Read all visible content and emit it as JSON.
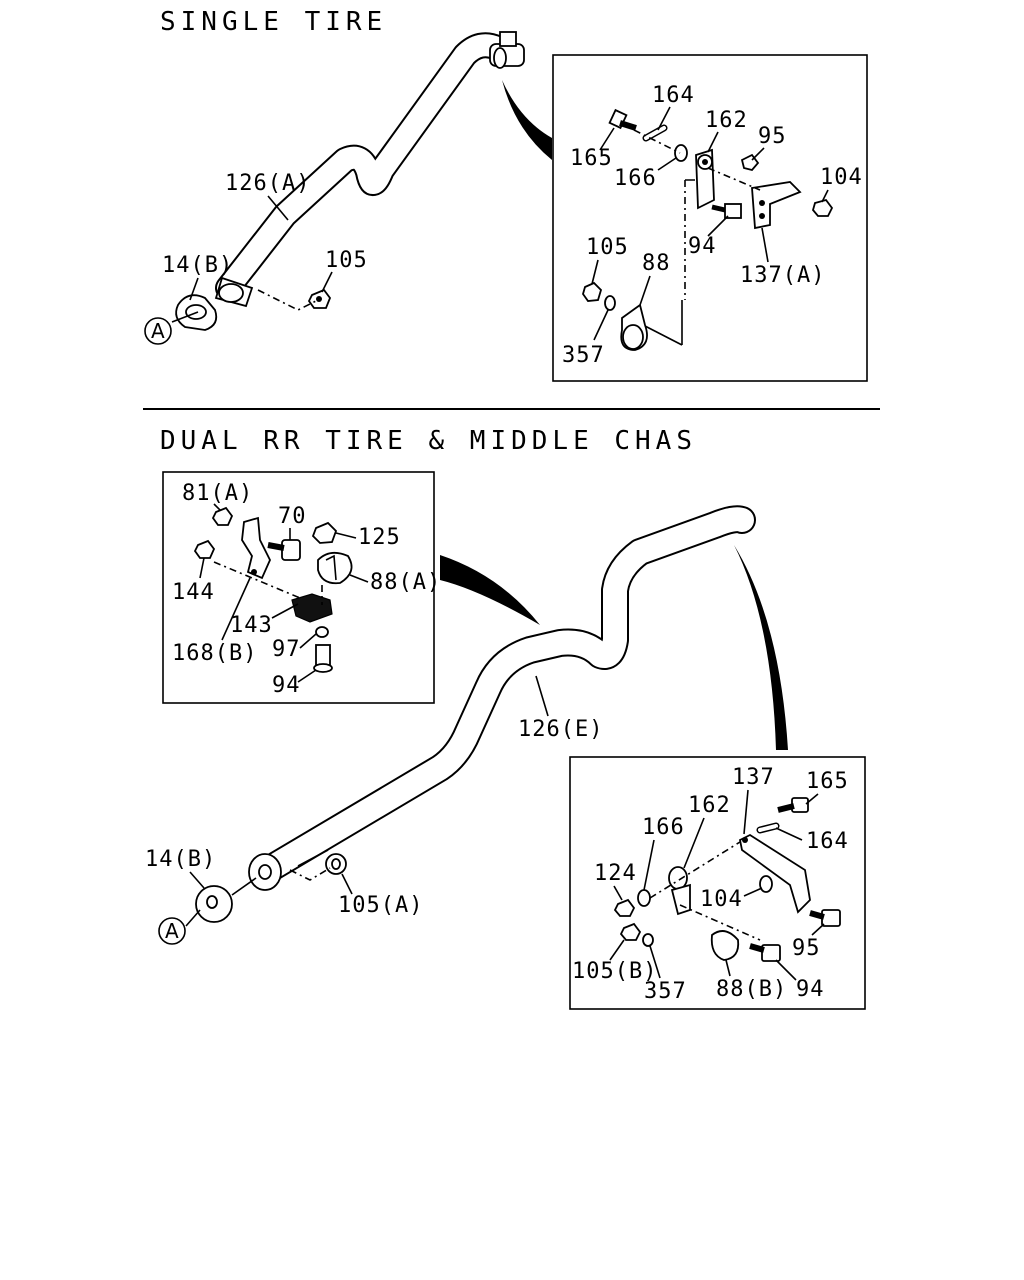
{
  "sections": {
    "single": {
      "title": "SINGLE TIRE"
    },
    "dual": {
      "title": "DUAL RR TIRE & MIDDLE CHAS"
    }
  },
  "callout": "A",
  "labels": {
    "s_126a": "126(A)",
    "s_14b": "14(B)",
    "s_105": "105",
    "s_164": "164",
    "s_162": "162",
    "s_95": "95",
    "s_165": "165",
    "s_166": "166",
    "s_104": "104",
    "s_94": "94",
    "s_105i": "105",
    "s_88": "88",
    "s_137a": "137(A)",
    "s_357": "357",
    "d_81a": "81(A)",
    "d_70": "70",
    "d_125": "125",
    "d_144": "144",
    "d_88a": "88(A)",
    "d_143": "143",
    "d_168b": "168(B)",
    "d_97": "97",
    "d_94": "94",
    "d_126e": "126(E)",
    "d_14b": "14(B)",
    "d_105a": "105(A)",
    "d_137": "137",
    "d_165": "165",
    "d_164": "164",
    "d_166": "166",
    "d_162": "162",
    "d_124": "124",
    "d_104": "104",
    "d_95": "95",
    "d_105b": "105(B)",
    "d_357": "357",
    "d_88b": "88(B)",
    "d_94b": "94"
  }
}
